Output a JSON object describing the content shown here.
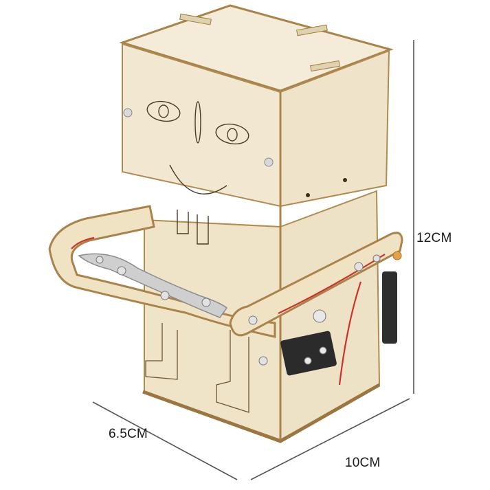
{
  "product": {
    "subject": "wooden coin-eating robot piggy bank kit",
    "material_colors": {
      "wood_face": "#efe5cc",
      "wood_light": "#f6efdc",
      "wood_shadow": "#e2d4b2",
      "edge_burn": "#b08a4e",
      "metal": "#cfcfcf",
      "switch_body": "#2b2b2b",
      "wire_red": "#d0302a"
    }
  },
  "dimensions": {
    "height_label": "12CM",
    "depth_label": "6.5CM",
    "width_label": "10CM",
    "line_color": "#555555"
  }
}
